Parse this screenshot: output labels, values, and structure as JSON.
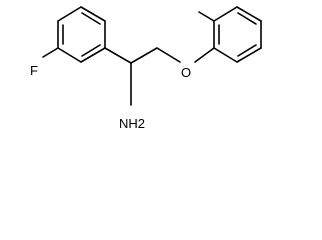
{
  "molecule": {
    "atoms": {
      "fluorine": "F",
      "amine": "NH2",
      "ether_oxygen": "O"
    }
  },
  "colors": {
    "background": "#ffffff",
    "ink": "#000000"
  }
}
